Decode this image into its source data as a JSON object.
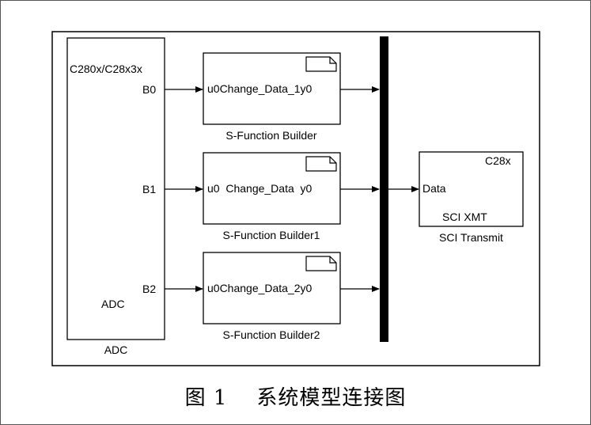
{
  "adc": {
    "device": "C280x/C28x3x",
    "ports": [
      "B0",
      "B1",
      "B2"
    ],
    "inner_label": "ADC",
    "name": "ADC"
  },
  "sfunctions": [
    {
      "port_text": "u0Change_Data_1y0",
      "name": "S-Function Builder"
    },
    {
      "port_text": "u0  Change_Data  y0",
      "name": "S-Function Builder1"
    },
    {
      "port_text": "u0Change_Data_2y0",
      "name": "S-Function Builder2"
    }
  ],
  "sci": {
    "device": "C28x",
    "input_label": "Data",
    "inner_label": "SCI XMT",
    "name": "SCI Transmit"
  },
  "caption": "图 1    系统模型连接图"
}
